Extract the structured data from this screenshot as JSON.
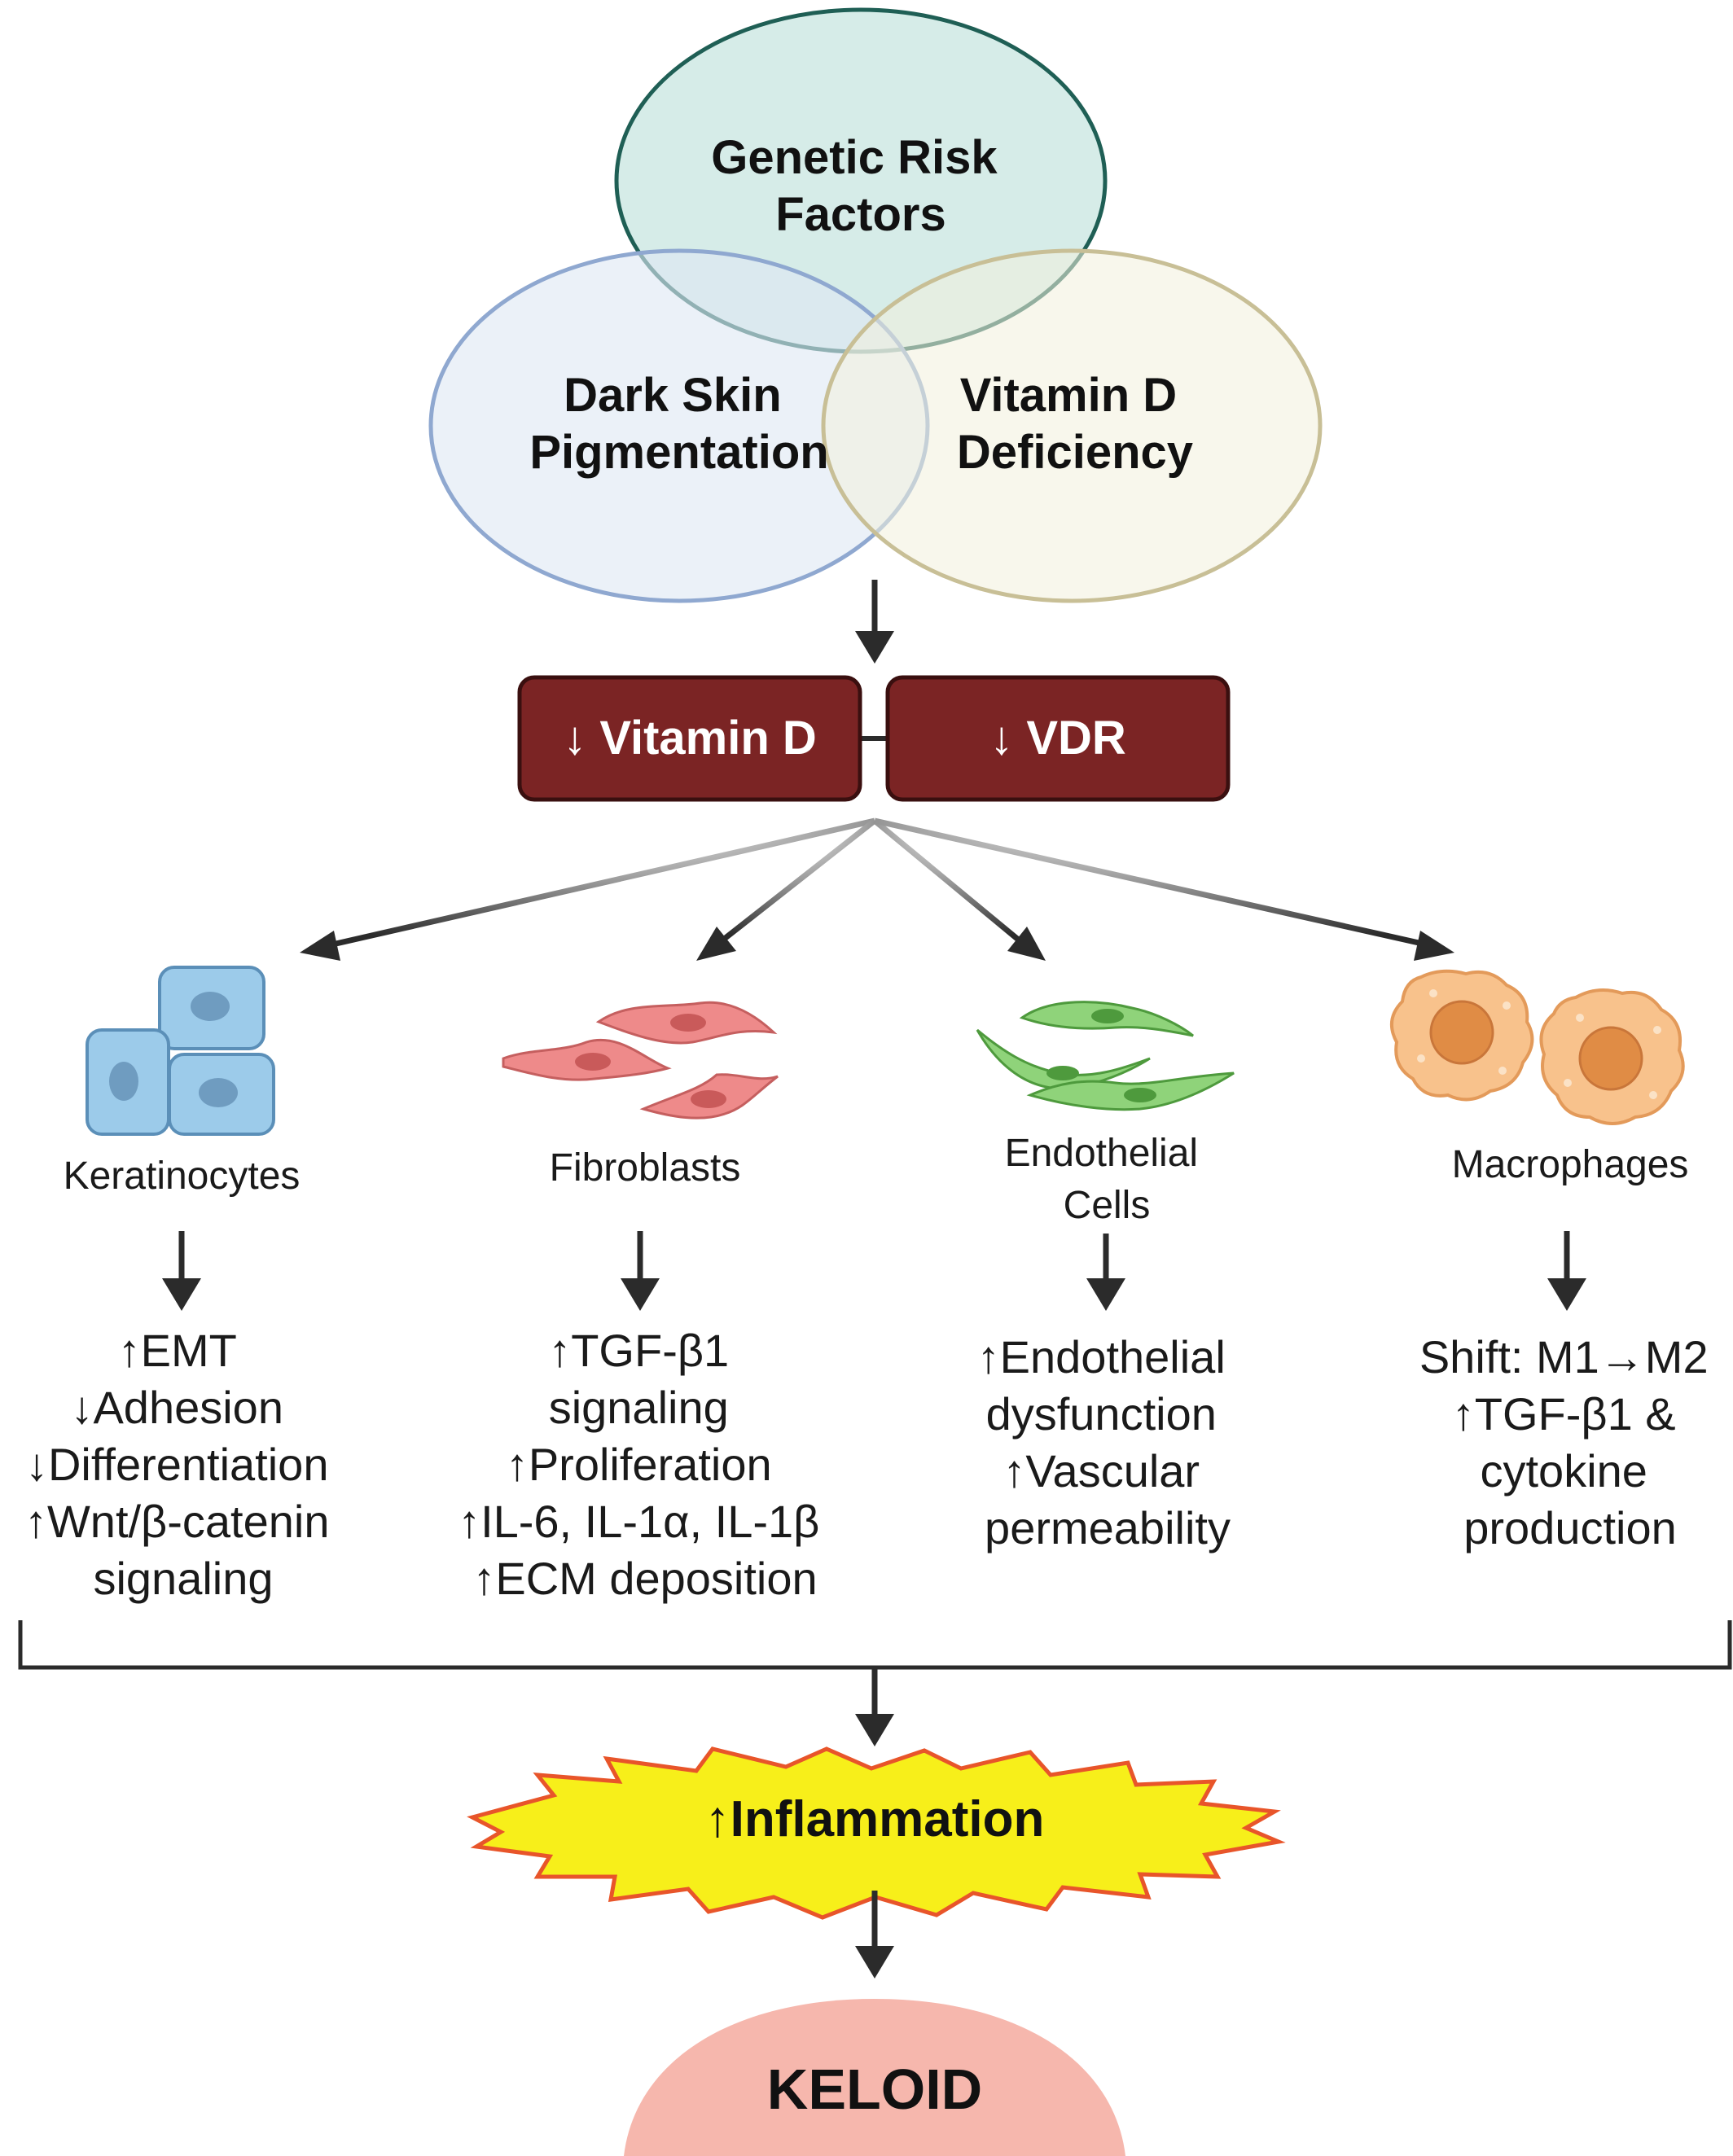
{
  "venn": {
    "top": [
      "Genetic Risk",
      "Factors"
    ],
    "left": [
      "Dark Skin",
      "Pigmentation"
    ],
    "right": [
      "Vitamin D",
      "Deficiency"
    ]
  },
  "markers": {
    "vitamin_d": "↓ Vitamin D",
    "vdr": "↓ VDR"
  },
  "cells": [
    {
      "name": [
        "Keratinocytes"
      ],
      "effects": [
        "↑EMT",
        "↓Adhesion",
        "↓Differentiation",
        "↑Wnt/β-catenin",
        "signaling"
      ]
    },
    {
      "name": [
        "Fibroblasts"
      ],
      "effects": [
        "↑TGF-β1",
        "signaling",
        "↑Proliferation",
        "↑IL-6, IL-1α, IL-1β",
        "↑ECM deposition"
      ]
    },
    {
      "name": [
        "Endothelial",
        "Cells"
      ],
      "effects": [
        "↑Endothelial",
        "dysfunction",
        "↑Vascular",
        "permeability"
      ]
    },
    {
      "name": [
        "Macrophages"
      ],
      "effects": [
        "Shift: M1→M2",
        "↑TGF-β1 &",
        "cytokine",
        "production"
      ]
    }
  ],
  "inflammation": "↑Inflammation",
  "keloid": "KELOID",
  "colors": {
    "venn_top": "#cfe9e4",
    "venn_top_stroke": "#1f5f55",
    "venn_left": "#dde8f4",
    "venn_left_stroke": "#8fa8d0",
    "venn_right": "#f3f0dc",
    "venn_right_stroke": "#c8bf96",
    "marker_fill": "#7b2424",
    "burst_fill": "#f7ef1a",
    "burst_stroke": "#e8552a",
    "keloid": "#f6b7ad",
    "keratinocyte": "#9ccbea",
    "fibroblast": "#ee8a8a",
    "endothelial": "#8fd37a",
    "macrophage": "#f5b67a"
  }
}
